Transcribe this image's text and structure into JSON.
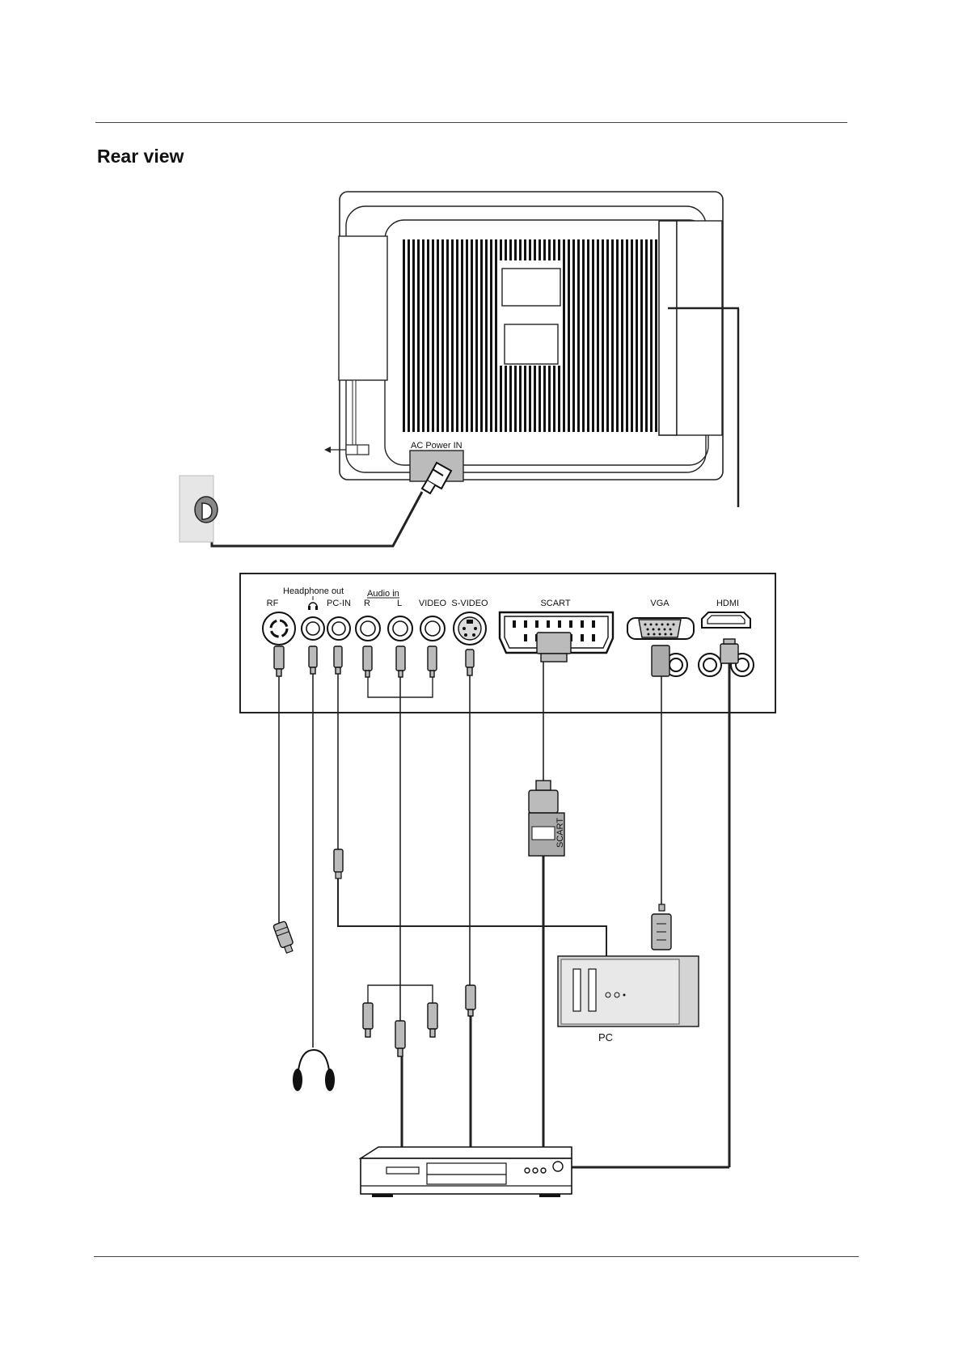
{
  "page": {
    "title": "Rear view"
  },
  "tv_rear": {
    "ac_label": "AC Power IN"
  },
  "panel": {
    "headphone_group": "Headphone out",
    "audio_group": "Audio in",
    "ports": {
      "rf": "RF",
      "headphone": "",
      "pc_in": "PC-IN",
      "audio_r": "R",
      "audio_l": "L",
      "video": "VIDEO",
      "svideo": "S-VIDEO",
      "scart": "SCART",
      "vga": "VGA",
      "hdmi": "HDMI"
    }
  },
  "devices": {
    "pc_label": "PC",
    "scart_plug_label": "SCART"
  },
  "icons": [
    "headphone-symbol-icon",
    "headphones-icon",
    "wall-socket-icon",
    "power-plug-icon",
    "computer-tower-icon",
    "dvd-player-icon"
  ]
}
